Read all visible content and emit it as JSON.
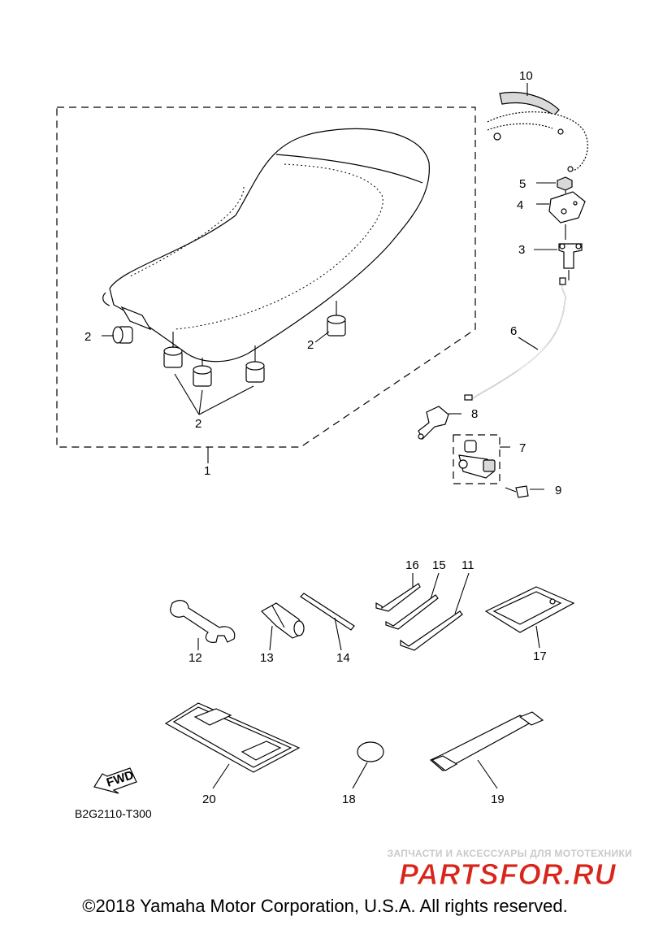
{
  "callouts": [
    {
      "id": "c1",
      "text": "1"
    },
    {
      "id": "c2a",
      "text": "2"
    },
    {
      "id": "c2b",
      "text": "2"
    },
    {
      "id": "c2c",
      "text": "2"
    },
    {
      "id": "c3",
      "text": "3"
    },
    {
      "id": "c4",
      "text": "4"
    },
    {
      "id": "c5",
      "text": "5"
    },
    {
      "id": "c6",
      "text": "6"
    },
    {
      "id": "c7",
      "text": "7"
    },
    {
      "id": "c8",
      "text": "8"
    },
    {
      "id": "c9",
      "text": "9"
    },
    {
      "id": "c10",
      "text": "10"
    },
    {
      "id": "c11",
      "text": "11"
    },
    {
      "id": "c12",
      "text": "12"
    },
    {
      "id": "c13",
      "text": "13"
    },
    {
      "id": "c14",
      "text": "14"
    },
    {
      "id": "c15",
      "text": "15"
    },
    {
      "id": "c16",
      "text": "16"
    },
    {
      "id": "c17",
      "text": "17"
    },
    {
      "id": "c18",
      "text": "18"
    },
    {
      "id": "c19",
      "text": "19"
    },
    {
      "id": "c20",
      "text": "20"
    }
  ],
  "direction_arrow_label": "FWD",
  "diagram_code": "B2G2110-T300",
  "watermark": {
    "tagline": "ЗАПЧАСТИ И АКСЕССУАРЫ ДЛЯ МОТОТЕХНИКИ",
    "logo_text": "PARTSFOR.RU",
    "logo_color": "#d9261c"
  },
  "copyright": "©2018 Yamaha Motor Corporation, U.S.A. All rights reserved."
}
